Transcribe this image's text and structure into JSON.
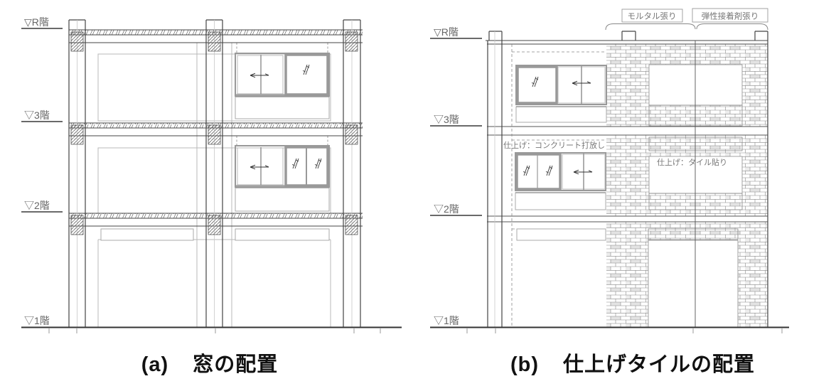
{
  "figure": {
    "caption_a": {
      "index": "(a)",
      "title": "窓の配置"
    },
    "caption_b": {
      "index": "(b)",
      "title": "仕上げタイルの配置"
    }
  },
  "drawing_a": {
    "floor_labels": [
      "▽R階",
      "▽3階",
      "▽2階",
      "▽1階"
    ]
  },
  "drawing_b": {
    "floor_labels": [
      "▽R階",
      "▽3階",
      "▽2階",
      "▽1階"
    ],
    "annotations": {
      "mortar": "モルタル張り",
      "adhesive": "弾性接着剤張り",
      "concrete_finish": "仕上げ：コンクリート打放し",
      "tile_finish": "仕上げ：タイル貼り"
    }
  },
  "colors": {
    "line_dark": "#444444",
    "line_light": "#b8b8b8",
    "window_frame": "#999999",
    "label_gray": "#666666",
    "caption_black": "#111111",
    "background": "#ffffff"
  }
}
